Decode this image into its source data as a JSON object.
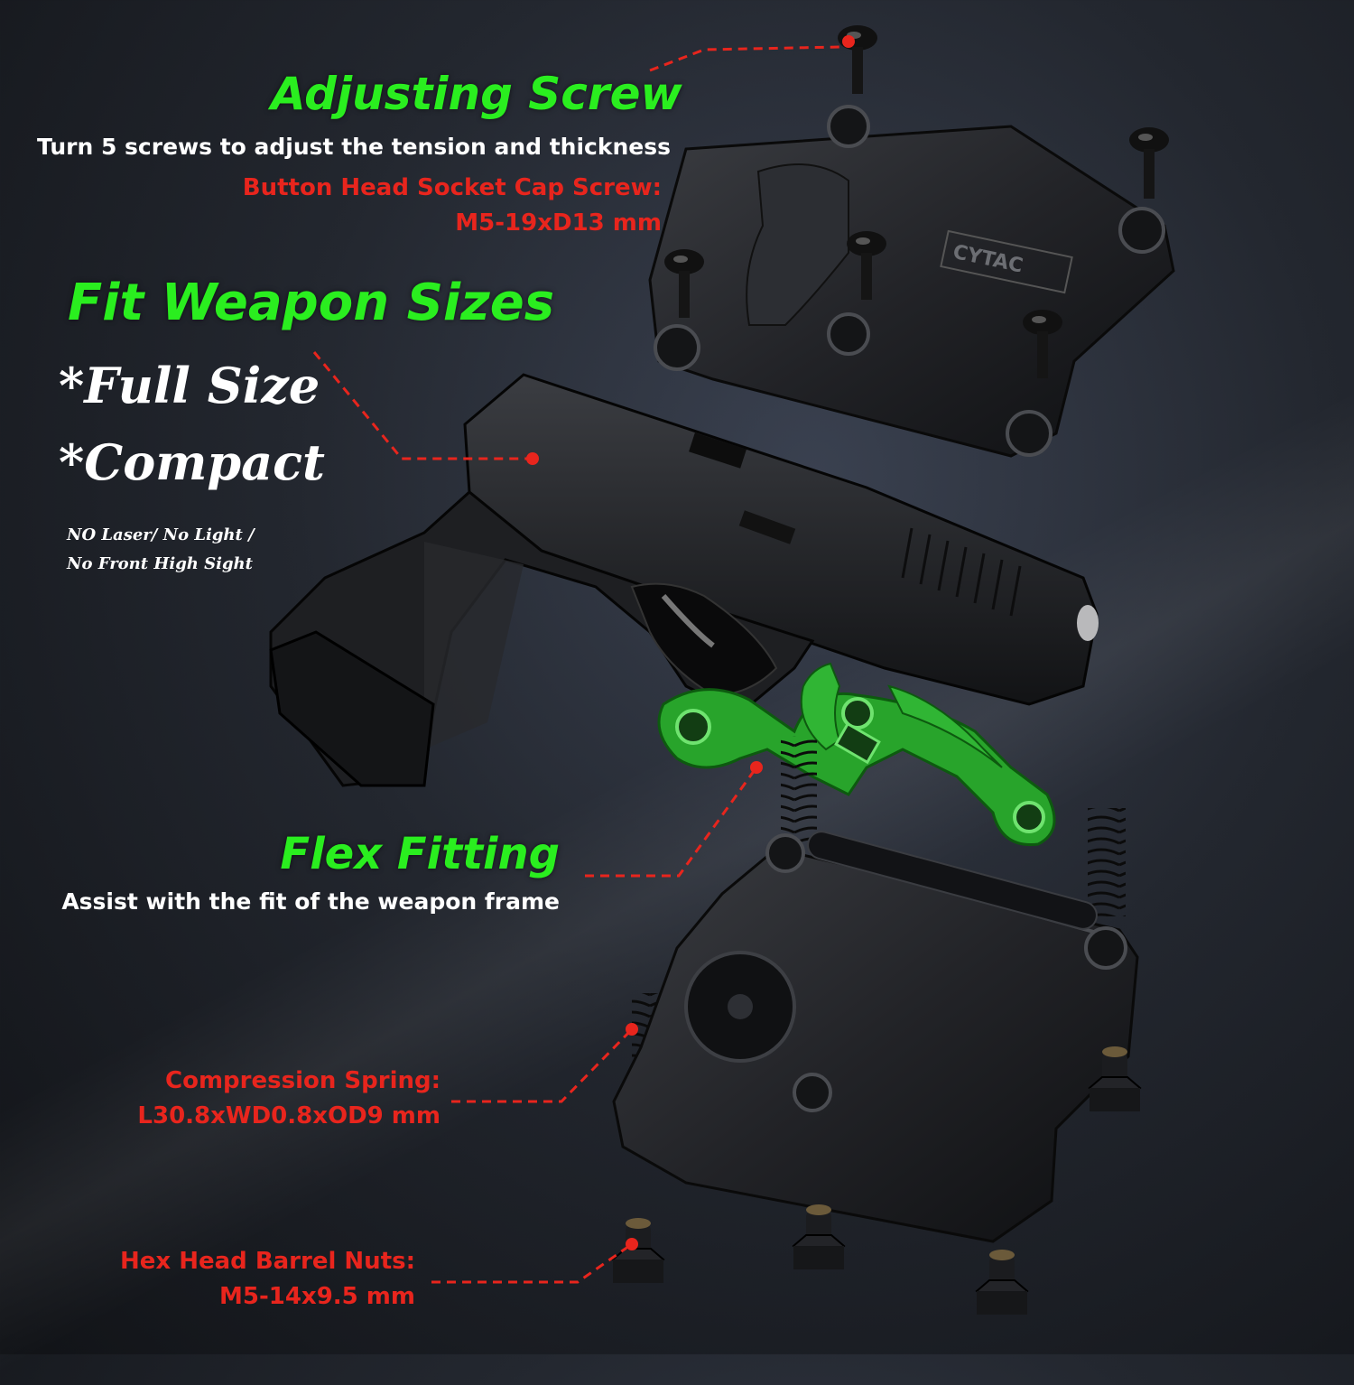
{
  "adjusting_screw": {
    "title": "Adjusting Screw",
    "description": "Turn 5 screws to adjust the tension and thickness",
    "spec_line1": "Button Head Socket Cap Screw:",
    "spec_line2": "M5-19xD13 mm"
  },
  "fit_weapon": {
    "title": "Fit Weapon Sizes",
    "size1": "*Full Size",
    "size2": "*Compact",
    "note_line1": "NO Laser/ No Light /",
    "note_line2": "No Front High Sight"
  },
  "flex_fitting": {
    "title": "Flex Fitting",
    "description": "Assist with the fit of the weapon frame"
  },
  "compression_spring": {
    "line1": "Compression Spring:",
    "line2": "L30.8xWD0.8xOD9 mm"
  },
  "barrel_nuts": {
    "line1": "Hex Head Barrel Nuts:",
    "line2": "M5-14x9.5 mm"
  },
  "brand": "CYTAC",
  "colors": {
    "green_accent": "#2aee1f",
    "red_accent": "#e8251d",
    "part_black": "#1c1d20"
  }
}
